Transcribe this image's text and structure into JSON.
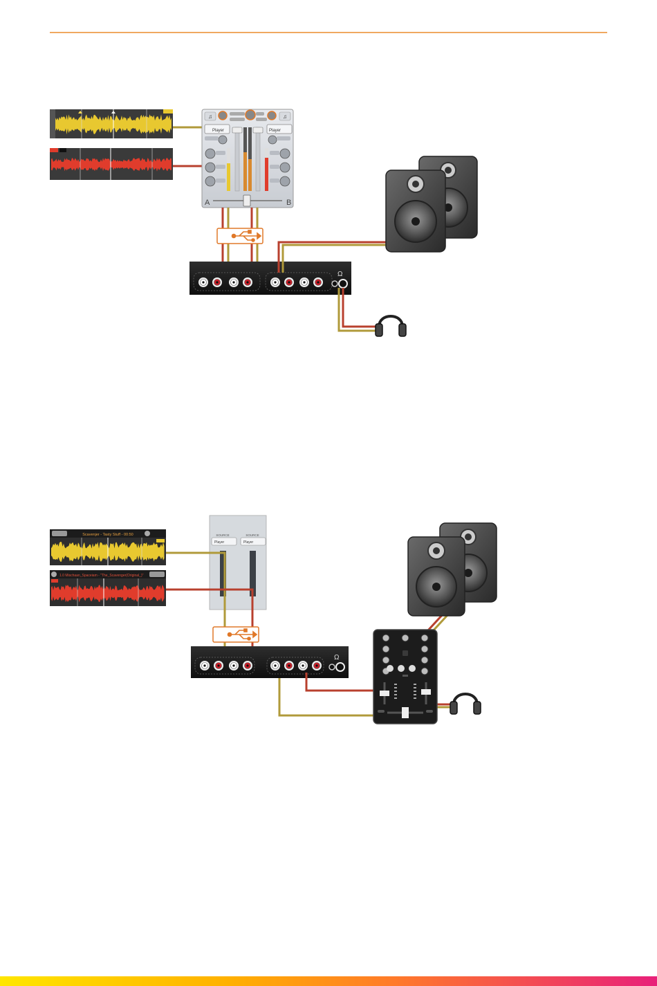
{
  "colors": {
    "rule": "#f0a860",
    "cable_gold": "#b09a3a",
    "cable_red": "#b8402e",
    "usb_orange": "#e07828",
    "wave_yellow": "#e8c830",
    "wave_red": "#e03c2c",
    "device_dark": "#1a1a1a"
  },
  "diagram1": {
    "mixer": {
      "player_left": "Player",
      "player_right": "Player",
      "side_a": "A",
      "side_b": "B"
    },
    "icons": [
      "usb-icon",
      "speaker-icon",
      "headphones-icon",
      "audio-interface-icon"
    ]
  },
  "diagram2": {
    "deck_top_title": "Scavenjer - Tasty Stuff - 00:50",
    "deck_bottom_title": "1.0 Mischaan_Spaceiam - \"The_Scavenger(Original_)\"",
    "routing_left_label": "SOURCE",
    "routing_right_label": "SOURCE",
    "player_left": "Player",
    "player_right": "Player",
    "icons": [
      "usb-icon",
      "speaker-icon",
      "headphones-icon",
      "dj-controller-icon"
    ]
  }
}
